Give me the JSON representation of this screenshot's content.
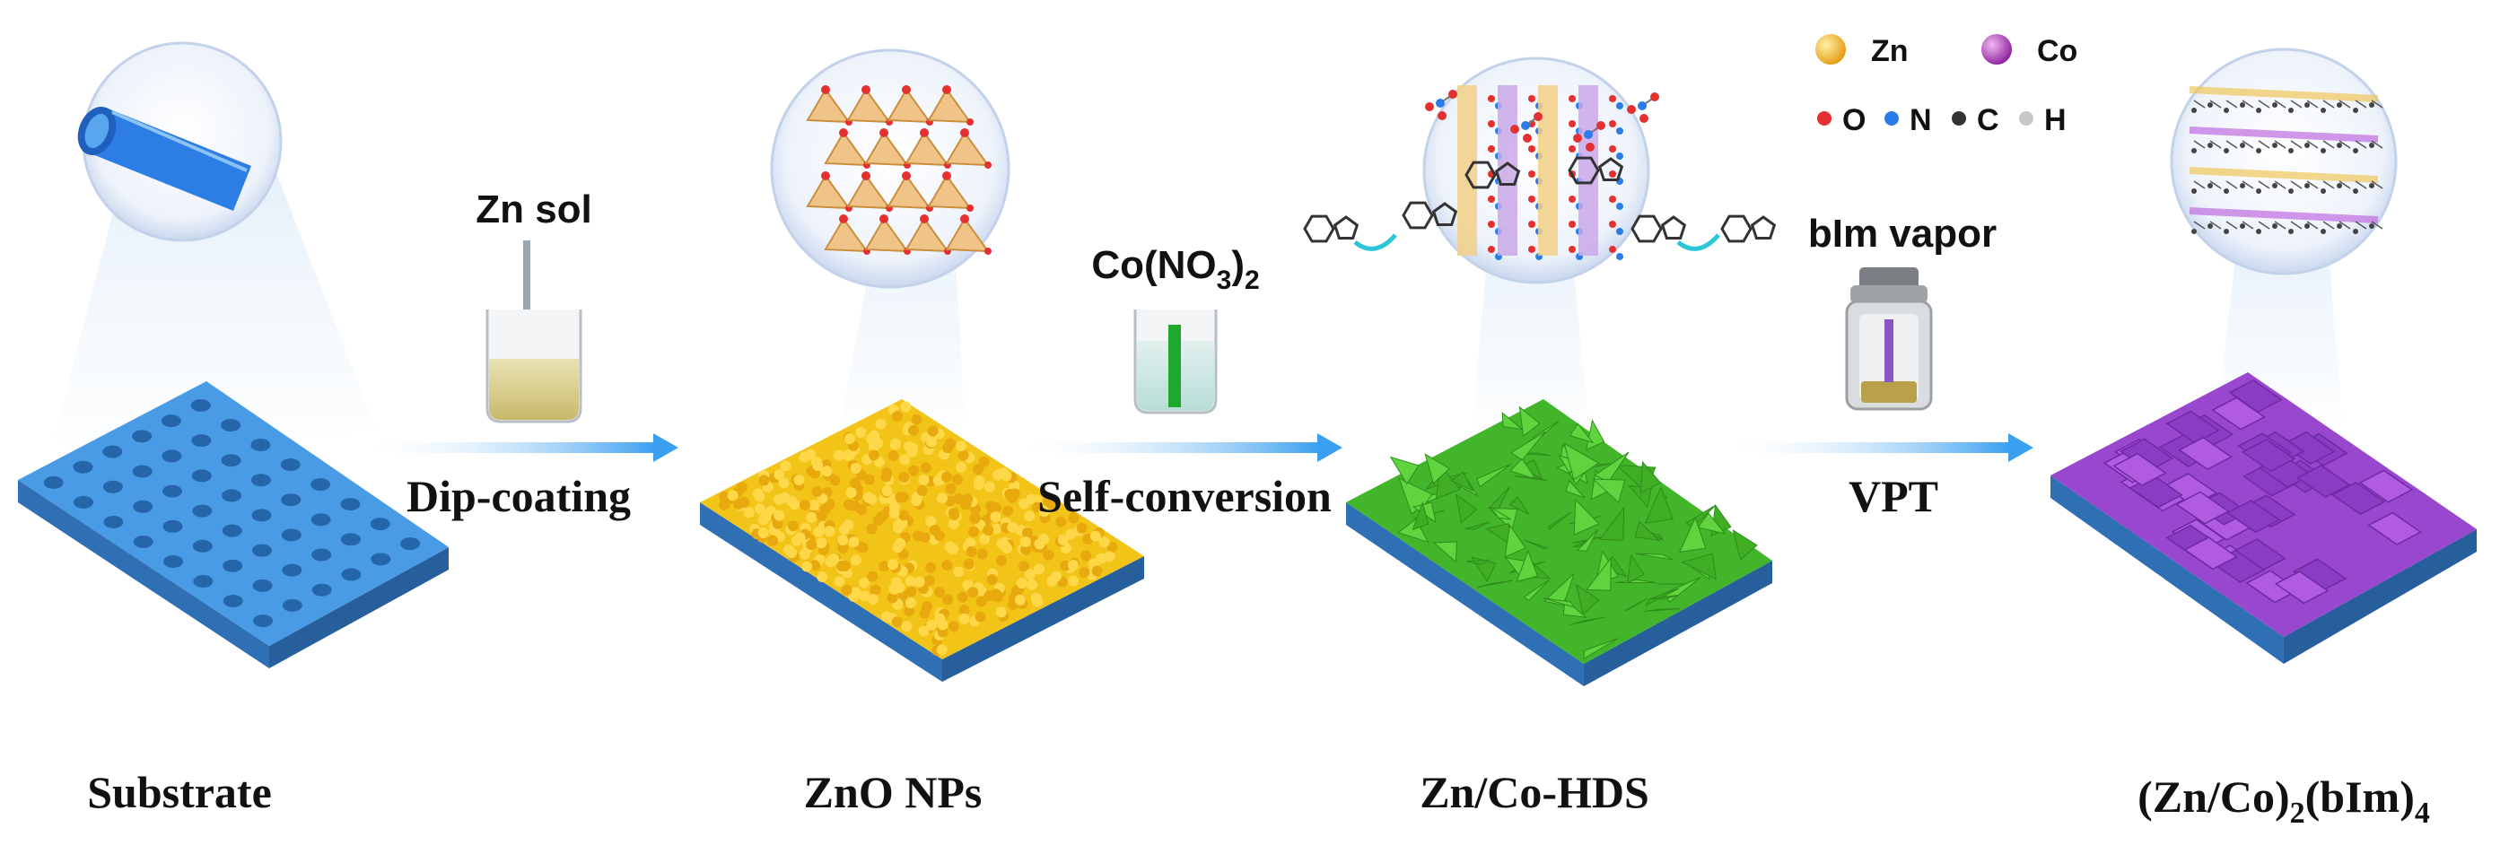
{
  "steps": [
    {
      "caption": "Substrate"
    },
    {
      "caption": "ZnO NPs"
    },
    {
      "caption": "Zn/Co-HDS"
    },
    {
      "caption_main": "(Zn/Co)",
      "caption_sub1": "2",
      "caption_mid": "(bIm)",
      "caption_sub2": "4"
    }
  ],
  "arrows": [
    {
      "reagent": "Zn sol",
      "process": "Dip-coating"
    },
    {
      "reagent_main": "Co(NO",
      "reagent_sub1": "3",
      "reagent_close": ")",
      "reagent_sub2": "2",
      "process": "Self-conversion"
    },
    {
      "reagent": "bIm vapor",
      "process": "VPT"
    }
  ],
  "legend": {
    "zn": "Zn",
    "co": "Co",
    "o": "O",
    "n": "N",
    "c": "C",
    "h": "H"
  },
  "colors": {
    "substrate": "#3d8fe0",
    "zno": "#f2c418",
    "hds": "#5cd23c",
    "mof": "#a24bd6",
    "arrow": "#3a9ff0",
    "zn_atom": "#f5b21a",
    "co_atom": "#b23bc0",
    "o_atom": "#e53030",
    "n_atom": "#2a7de8",
    "c_atom": "#333333",
    "h_atom": "#c8c8c8"
  }
}
